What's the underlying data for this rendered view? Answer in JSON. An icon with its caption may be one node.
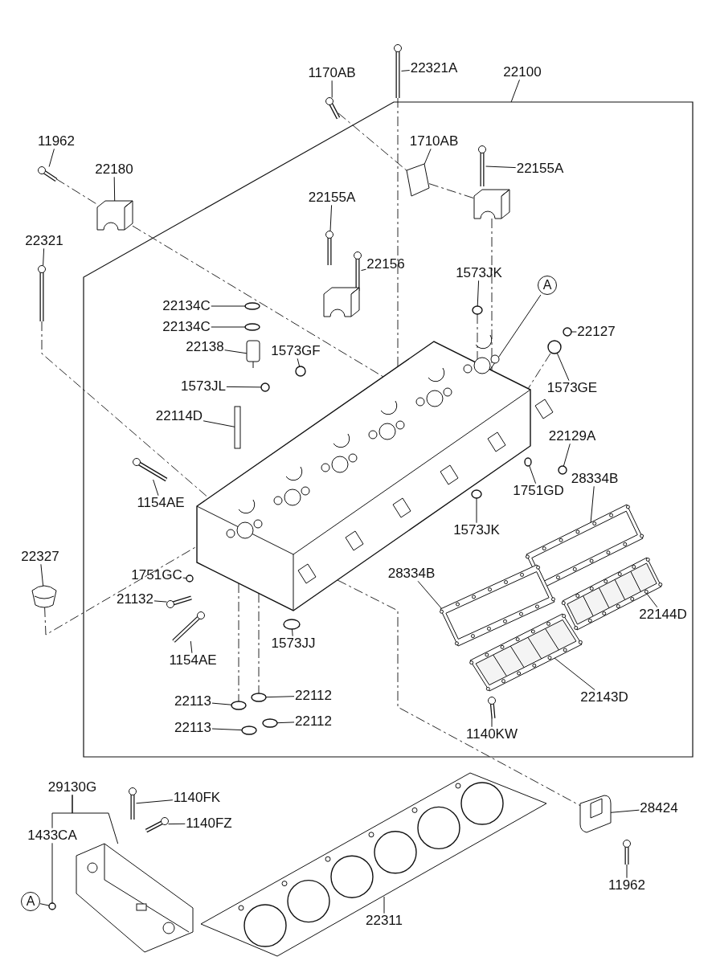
{
  "diagram": {
    "nodes": [
      {
        "text": [],
        "shape": "box"
      },
      {
        "text": [
          "22321A"
        ]
      },
      {
        "text": [
          "22100"
        ]
      },
      {
        "text": [
          "1170AB"
        ]
      },
      {
        "text": [
          "11962"
        ]
      },
      {
        "text": [
          "1710AB"
        ],
        "in": 0
      },
      {
        "text": [
          "22180"
        ]
      },
      {
        "text": [
          "22155A"
        ],
        "in": 0
      },
      {
        "text": [
          "22155A"
        ],
        "in": 0
      },
      {
        "text": [
          "22321"
        ]
      },
      {
        "text": [
          "22156"
        ],
        "in": 0
      },
      {
        "text": [
          "1573JK"
        ],
        "in": 0
      },
      {
        "text": [
          "A"
        ],
        "in": 0
      },
      {
        "text": [
          "22134C"
        ],
        "in": 0
      },
      {
        "text": [
          "22134C"
        ],
        "in": 0
      },
      {
        "text": [
          "22127"
        ],
        "in": 0
      },
      {
        "text": [
          "22138"
        ],
        "in": 0
      },
      {
        "text": [
          "1573GF"
        ],
        "in": 0
      },
      {
        "text": [
          "1573JL"
        ],
        "in": 0
      },
      {
        "text": [
          "1573GE"
        ],
        "in": 0
      },
      {
        "text": [
          "22114D"
        ],
        "in": 0
      },
      {
        "text": [
          "22129A"
        ],
        "in": 0
      },
      {
        "text": [
          "28334B"
        ],
        "in": 0
      },
      {
        "text": [
          "1154AE"
        ],
        "in": 0
      },
      {
        "text": [
          "1751GD"
        ],
        "in": 0
      },
      {
        "text": [
          "1573JK"
        ],
        "in": 0
      },
      {
        "text": [
          "22327"
        ]
      },
      {
        "text": [
          "1751GC"
        ],
        "in": 0
      },
      {
        "text": [
          "28334B"
        ],
        "in": 0
      },
      {
        "text": [
          "22144D"
        ],
        "in": 0
      },
      {
        "text": [
          "21132"
        ],
        "in": 0
      },
      {
        "text": [
          "1573JJ"
        ],
        "in": 0
      },
      {
        "text": [
          "1154AE"
        ],
        "in": 0
      },
      {
        "text": [
          "22143D"
        ],
        "in": 0
      },
      {
        "text": [
          "22113"
        ],
        "in": 0
      },
      {
        "text": [
          "22112"
        ],
        "in": 0
      },
      {
        "text": [
          "1140KW"
        ],
        "in": 0
      },
      {
        "text": [
          "22113"
        ],
        "in": 0
      },
      {
        "text": [
          "22112"
        ],
        "in": 0
      },
      {
        "text": [
          "29130G"
        ]
      },
      {
        "text": [
          "1140FK"
        ]
      },
      {
        "text": [
          "28424"
        ]
      },
      {
        "text": [
          "1140FZ"
        ]
      },
      {
        "text": [
          "1433CA"
        ]
      },
      {
        "text": [
          "A"
        ]
      },
      {
        "text": [
          "11962"
        ]
      },
      {
        "text": [
          "22311"
        ]
      },
      {
        "text": [],
        "shape": "picture"
      },
      {
        "text": [],
        "shape": "picture"
      },
      {
        "text": [],
        "shape": "picture"
      },
      {
        "text": [],
        "shape": "picture",
        "in": 0
      },
      {
        "text": [],
        "shape": "picture"
      },
      {
        "text": [],
        "shape": "picture",
        "in": 0
      },
      {
        "text": [],
        "shape": "picture",
        "in": 0
      },
      {
        "text": [],
        "shape": "picture",
        "in": 0
      },
      {
        "text": [],
        "shape": "picture"
      },
      {
        "text": [],
        "shape": "picture",
        "in": 0
      },
      {
        "text": [],
        "shape": "picture",
        "in": 0
      },
      {
        "text": [],
        "shape": "circle",
        "in": 0
      },
      {
        "text": [],
        "shape": "circle",
        "in": 0
      },
      {
        "text": [],
        "shape": "circle",
        "in": 0
      },
      {
        "text": [],
        "shape": "circle",
        "in": 0
      },
      {
        "text": [],
        "shape": "picture",
        "in": 0
      },
      {
        "text": [],
        "shape": "circle",
        "in": 0
      },
      {
        "text": [],
        "shape": "circle",
        "in": 0
      },
      {
        "text": [],
        "shape": "circle",
        "in": 0
      },
      {
        "text": [],
        "shape": "bar",
        "in": 0
      },
      {
        "text": [],
        "shape": "picture",
        "in": 0
      },
      {
        "text": [],
        "shape": "picture",
        "in": 0
      },
      {
        "text": [],
        "shape": "circle",
        "in": 0
      },
      {
        "text": [],
        "shape": "circle",
        "in": 0
      },
      {
        "text": [],
        "shape": "picture",
        "in": 0
      },
      {
        "text": [],
        "shape": "circle",
        "in": 0
      },
      {
        "text": [],
        "shape": "picture"
      },
      {
        "text": [],
        "shape": "circle",
        "in": 0
      },
      {
        "text": [],
        "shape": "picture",
        "in": 0
      },
      {
        "text": [],
        "shape": "picture",
        "in": 0
      },
      {
        "text": [],
        "shape": "picture",
        "in": 0
      },
      {
        "text": [],
        "shape": "circle",
        "in": 0
      },
      {
        "text": [],
        "shape": "picture",
        "in": 0
      },
      {
        "text": [],
        "shape": "picture",
        "in": 0
      },
      {
        "text": [],
        "shape": "picture",
        "in": 0
      },
      {
        "text": [],
        "shape": "circle",
        "in": 0
      },
      {
        "text": [],
        "shape": "circle",
        "in": 0
      },
      {
        "text": [],
        "shape": "circle",
        "in": 0
      },
      {
        "text": [],
        "shape": "circle",
        "in": 0
      },
      {
        "text": [],
        "shape": "picture"
      },
      {
        "text": [],
        "shape": "picture"
      },
      {
        "text": [],
        "shape": "picture"
      },
      {
        "text": [],
        "shape": "picture"
      },
      {
        "text": [],
        "shape": "circle"
      },
      {
        "text": [],
        "shape": "picture"
      },
      {
        "text": [],
        "shape": "picture"
      }
    ],
    "edges": [
      {
        "from": 1,
        "to": 47,
        "arrow": "none"
      },
      {
        "from": 2,
        "to": 0,
        "arrow": "none"
      },
      {
        "from": 3,
        "to": 48,
        "arrow": "none"
      },
      {
        "from": 4,
        "to": 49,
        "arrow": "none"
      },
      {
        "from": 5,
        "to": 50,
        "arrow": "none"
      },
      {
        "from": 6,
        "to": 51,
        "arrow": "none"
      },
      {
        "from": 7,
        "to": 52,
        "arrow": "none"
      },
      {
        "from": 8,
        "to": 54,
        "arrow": "none"
      },
      {
        "from": 9,
        "to": 55,
        "arrow": "none"
      },
      {
        "from": 10,
        "to": 56,
        "arrow": "none"
      },
      {
        "from": 11,
        "to": 58,
        "arrow": "none"
      },
      {
        "from": 12,
        "to": 68,
        "arrow": "none"
      },
      {
        "from": 13,
        "to": 59,
        "arrow": "none"
      },
      {
        "from": 14,
        "to": 60,
        "arrow": "none"
      },
      {
        "from": 15,
        "to": 61,
        "arrow": "none"
      },
      {
        "from": 16,
        "to": 62,
        "arrow": "none"
      },
      {
        "from": 17,
        "to": 63,
        "arrow": "none"
      },
      {
        "from": 18,
        "to": 65,
        "arrow": "none"
      },
      {
        "from": 19,
        "to": 64,
        "arrow": "none"
      },
      {
        "from": 20,
        "to": 66,
        "arrow": "none"
      },
      {
        "from": 21,
        "to": 69,
        "arrow": "none"
      },
      {
        "from": 22,
        "to": 71,
        "arrow": "none"
      },
      {
        "from": 23,
        "to": 67,
        "arrow": "none"
      },
      {
        "from": 24,
        "to": 70,
        "arrow": "none"
      },
      {
        "from": 25,
        "to": 72,
        "arrow": "none"
      },
      {
        "from": 26,
        "to": 73,
        "arrow": "none"
      },
      {
        "from": 27,
        "to": 74,
        "arrow": "none"
      },
      {
        "from": 28,
        "to": 75,
        "arrow": "none"
      },
      {
        "from": 29,
        "to": 76,
        "arrow": "none"
      },
      {
        "from": 30,
        "to": 77,
        "arrow": "none"
      },
      {
        "from": 31,
        "to": 78,
        "arrow": "none"
      },
      {
        "from": 32,
        "to": 79,
        "arrow": "none"
      },
      {
        "from": 33,
        "to": 80,
        "arrow": "none"
      },
      {
        "from": 34,
        "to": 83,
        "arrow": "none"
      },
      {
        "from": 35,
        "to": 82,
        "arrow": "none"
      },
      {
        "from": 36,
        "to": 81,
        "arrow": "none"
      },
      {
        "from": 37,
        "to": 85,
        "arrow": "none"
      },
      {
        "from": 38,
        "to": 84,
        "arrow": "none"
      },
      {
        "from": 39,
        "to": 89,
        "arrow": "none"
      },
      {
        "from": 39,
        "to": 43,
        "arrow": "none"
      },
      {
        "from": 40,
        "to": 86,
        "arrow": "none"
      },
      {
        "from": 41,
        "to": 87,
        "arrow": "none"
      },
      {
        "from": 42,
        "to": 88,
        "arrow": "none"
      },
      {
        "from": 43,
        "to": 90,
        "arrow": "none"
      },
      {
        "from": 44,
        "to": 90,
        "arrow": "none"
      },
      {
        "from": 45,
        "to": 91,
        "arrow": "none"
      },
      {
        "from": 46,
        "to": 92,
        "arrow": "none"
      },
      {
        "from": 49,
        "to": 51,
        "arrow": "none",
        "style": "dashed"
      },
      {
        "from": 51,
        "to": 68,
        "arrow": "none",
        "style": "dashed"
      },
      {
        "from": 48,
        "to": 50,
        "arrow": "none",
        "style": "dashed"
      },
      {
        "from": 50,
        "to": 53,
        "arrow": "none",
        "style": "dashed"
      },
      {
        "from": 47,
        "to": 68,
        "arrow": "none",
        "style": "dashed"
      },
      {
        "from": 55,
        "to": 68,
        "arrow": "none",
        "style": "dashed"
      },
      {
        "from": 73,
        "to": 68,
        "arrow": "none",
        "style": "dashed"
      },
      {
        "from": 68,
        "to": 83,
        "arrow": "none",
        "style": "dashed"
      },
      {
        "from": 68,
        "to": 82,
        "arrow": "none",
        "style": "dashed"
      },
      {
        "from": 58,
        "to": 68,
        "arrow": "none",
        "style": "dashed"
      },
      {
        "from": 53,
        "to": 68,
        "arrow": "none",
        "style": "dashed"
      },
      {
        "from": 68,
        "to": 87,
        "arrow": "none",
        "style": "dashed"
      },
      {
        "from": 64,
        "to": 68,
        "arrow": "none",
        "style": "dashed"
      }
    ]
  }
}
